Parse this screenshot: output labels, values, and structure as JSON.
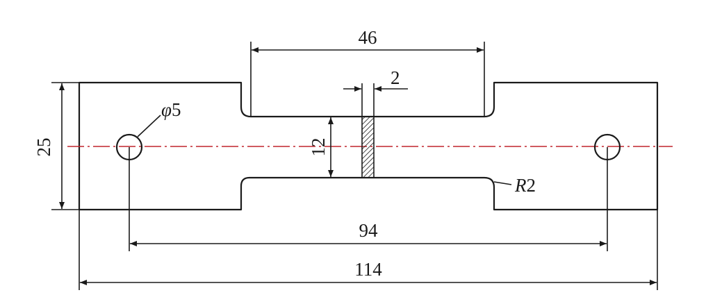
{
  "dimensions": {
    "top_width": "46",
    "slot_width": "2",
    "hole_diameter_symbol": "φ",
    "hole_diameter_value": "5",
    "overall_height": "25",
    "neck_height": "12",
    "fillet_radius_symbol": "R",
    "fillet_radius_value": "2",
    "hole_spacing": "94",
    "overall_length": "114"
  },
  "colors": {
    "outline": "#1a1a1a",
    "centerline": "#c0252b",
    "background": "#ffffff"
  }
}
